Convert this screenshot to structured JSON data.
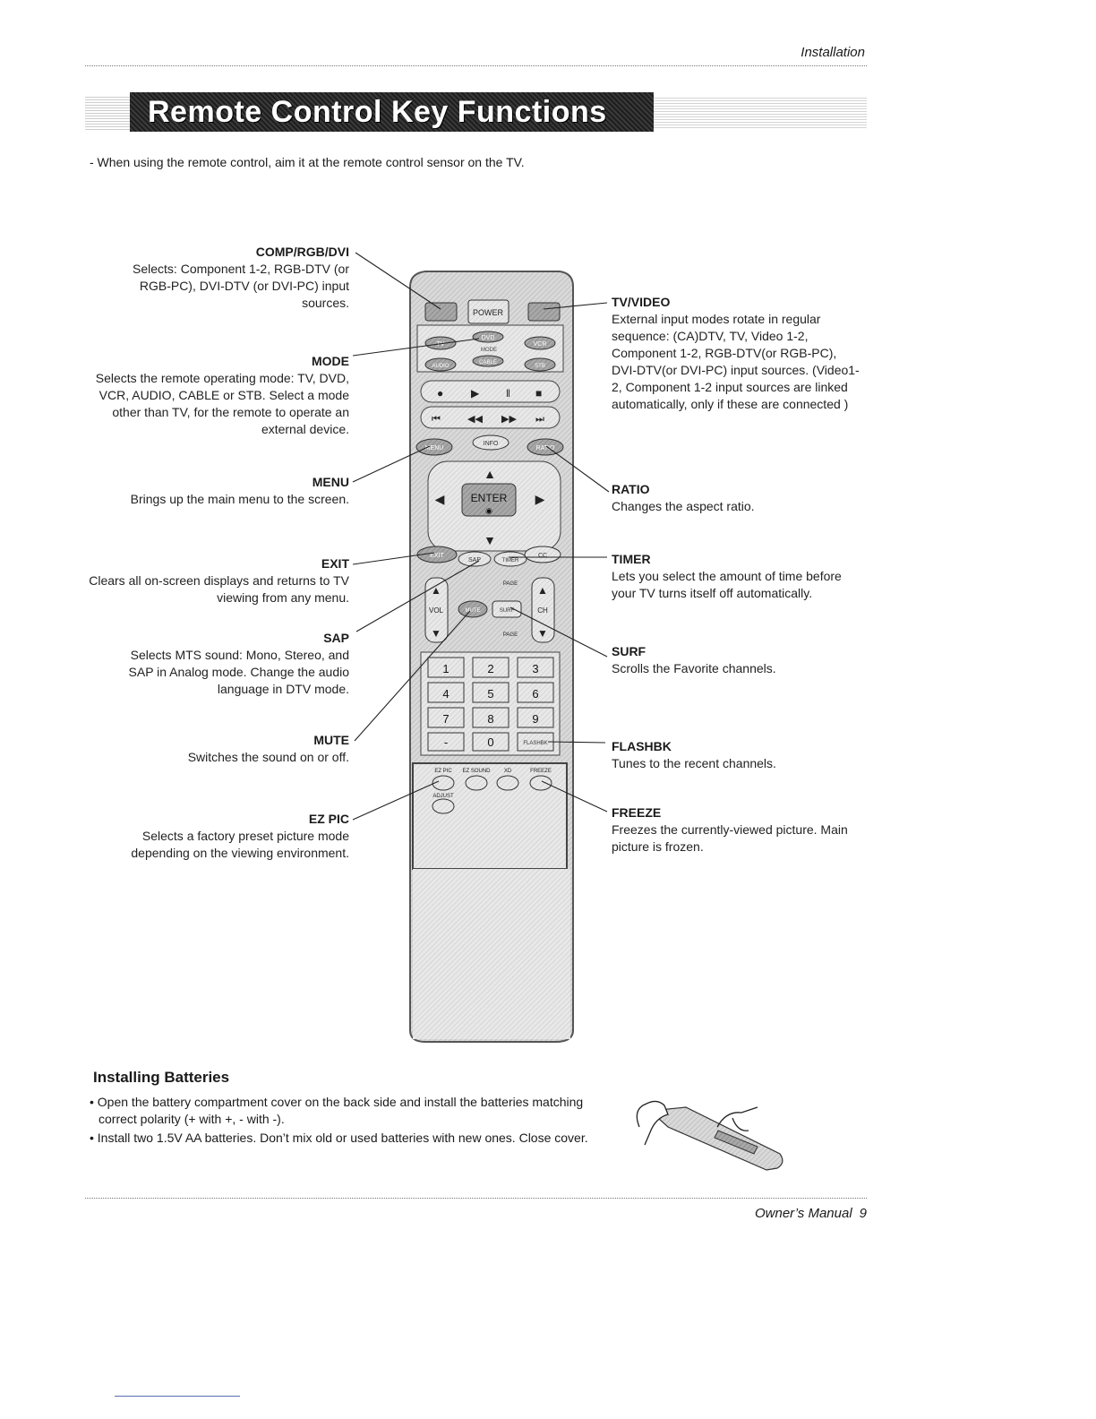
{
  "header": {
    "section": "Installation"
  },
  "title": "Remote Control Key Functions",
  "intro": "- When using the remote control, aim it at the remote control sensor on the TV.",
  "left_labels": [
    {
      "key": "COMP/RGB/DVI",
      "desc": "Selects: Component 1-2, RGB-DTV (or RGB-PC), DVI-DTV (or DVI-PC) input sources."
    },
    {
      "key": "MODE",
      "desc": "Selects the remote operating mode: TV, DVD, VCR, AUDIO, CABLE or STB. Select a mode other than TV, for the remote to operate an external device."
    },
    {
      "key": "MENU",
      "desc": "Brings up the main menu to the screen."
    },
    {
      "key": "EXIT",
      "desc": "Clears all on-screen displays and returns to TV viewing from any menu."
    },
    {
      "key": "SAP",
      "desc": "Selects MTS sound: Mono, Stereo, and SAP in Analog mode. Change the audio language in DTV mode."
    },
    {
      "key": "MUTE",
      "desc": "Switches the sound on or off."
    },
    {
      "key": "EZ PIC",
      "desc": "Selects a factory preset picture mode depending on the viewing environment."
    }
  ],
  "right_labels": [
    {
      "key": "TV/VIDEO",
      "desc": "External input modes rotate in regular sequence: (CA)DTV, TV, Video 1-2, Component 1-2, RGB-DTV(or RGB-PC), DVI-DTV(or DVI-PC) input sources. (Video1-2, Component 1-2 input sources are linked automatically, only if these are connected )"
    },
    {
      "key": "RATIO",
      "desc": "Changes the aspect ratio."
    },
    {
      "key": "TIMER",
      "desc": "Lets you select the amount of time before your TV turns itself off automatically."
    },
    {
      "key": "SURF",
      "desc": "Scrolls the Favorite channels."
    },
    {
      "key": "FLASHBK",
      "desc": "Tunes to the recent channels."
    },
    {
      "key": "FREEZE",
      "desc": "Freezes the currently-viewed picture. Main picture is frozen."
    }
  ],
  "remote": {
    "power": "POWER",
    "modes": [
      "TV",
      "DVD",
      "VCR",
      "AUDIO",
      "CABLE",
      "STB"
    ],
    "mode_label": "MODE",
    "menu": "MENU",
    "info": "INFO",
    "ratio": "RATIO",
    "enter": "ENTER",
    "exit": "EXIT",
    "sap": "SAP",
    "timer": "TIMER",
    "cc": "CC",
    "vol": "VOL",
    "ch": "CH",
    "page": "PAGE",
    "mute": "MUTE",
    "surf": "SURF",
    "digits": [
      "1",
      "2",
      "3",
      "4",
      "5",
      "6",
      "7",
      "8",
      "9",
      "-",
      "0"
    ],
    "flashbk": "FLASHBK",
    "bottom_keys": [
      "EZ PIC",
      "EZ SOUND",
      "XD",
      "FREEZE"
    ],
    "adjust": "ADJUST"
  },
  "batteries": {
    "title": "Installing Batteries",
    "items": [
      "• Open the battery compartment cover on the back side and install the batteries matching correct polarity (+ with +, - with -).",
      "• Install two 1.5V AA batteries. Don’t mix old or used batteries with new ones. Close cover."
    ]
  },
  "footer": {
    "manual": "Owner’s Manual",
    "page": "9"
  }
}
